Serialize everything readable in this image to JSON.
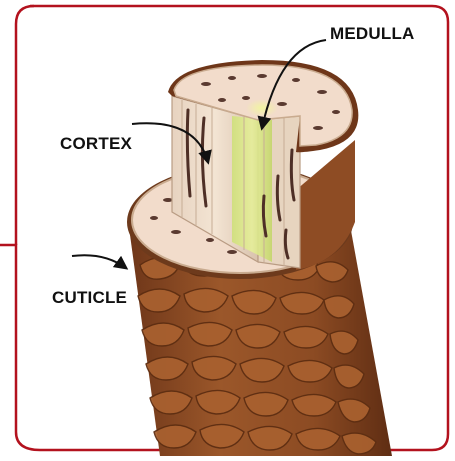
{
  "labels": {
    "medulla": "MEDULLA",
    "cortex": "CORTEX",
    "cuticle": "CUTICLE"
  },
  "colors": {
    "frame": "#b3121e",
    "outer_skin": "#8a4a24",
    "scale_fill": "#a8602f",
    "scale_stroke": "#5e2e12",
    "cross_section": "#f2dccb",
    "cortex_cut_face": "#e9d7c4",
    "medulla": "#d7e47a",
    "pigment": "#5a3a30"
  }
}
